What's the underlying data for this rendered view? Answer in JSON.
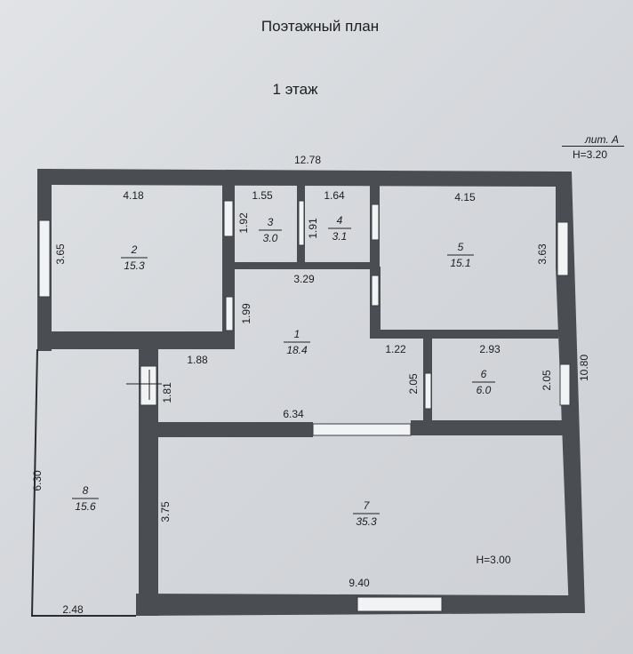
{
  "title": "Поэтажный план",
  "floor": "1 этаж",
  "litera": "лит. А",
  "height_main": "H=3.20",
  "height_room7": "H=3.00",
  "rooms": [
    {
      "number": "1",
      "area": "18.4"
    },
    {
      "number": "2",
      "area": "15.3"
    },
    {
      "number": "3",
      "area": "3.0"
    },
    {
      "number": "4",
      "area": "3.1"
    },
    {
      "number": "5",
      "area": "15.1"
    },
    {
      "number": "6",
      "area": "6.0"
    },
    {
      "number": "7",
      "area": "35.3"
    },
    {
      "number": "8",
      "area": "15.6"
    }
  ],
  "dims": {
    "overall_width": "12.78",
    "overall_depth": "10.80",
    "r2_w": "4.18",
    "r2_h": "3.65",
    "r3_w": "1.55",
    "r3_h": "1.92",
    "r4_w": "1.64",
    "r4_h": "1.91",
    "r5_w": "4.15",
    "r5_h": "3.63",
    "r1_top": "3.29",
    "r1_side": "1.99",
    "r1_left": "1.88",
    "r1_step": "1.22",
    "r1_h2": "1.81",
    "r1_h3": "2.05",
    "r1_bottom": "6.34",
    "r6_w": "2.93",
    "r6_h": "2.05",
    "r7_w": "9.40",
    "r7_h": "3.75",
    "r8_h": "6.30",
    "r8_w": "2.48"
  },
  "colors": {
    "wall": "#4a4d52",
    "paper": "#d8dbdf",
    "ink": "#1c1d20"
  }
}
